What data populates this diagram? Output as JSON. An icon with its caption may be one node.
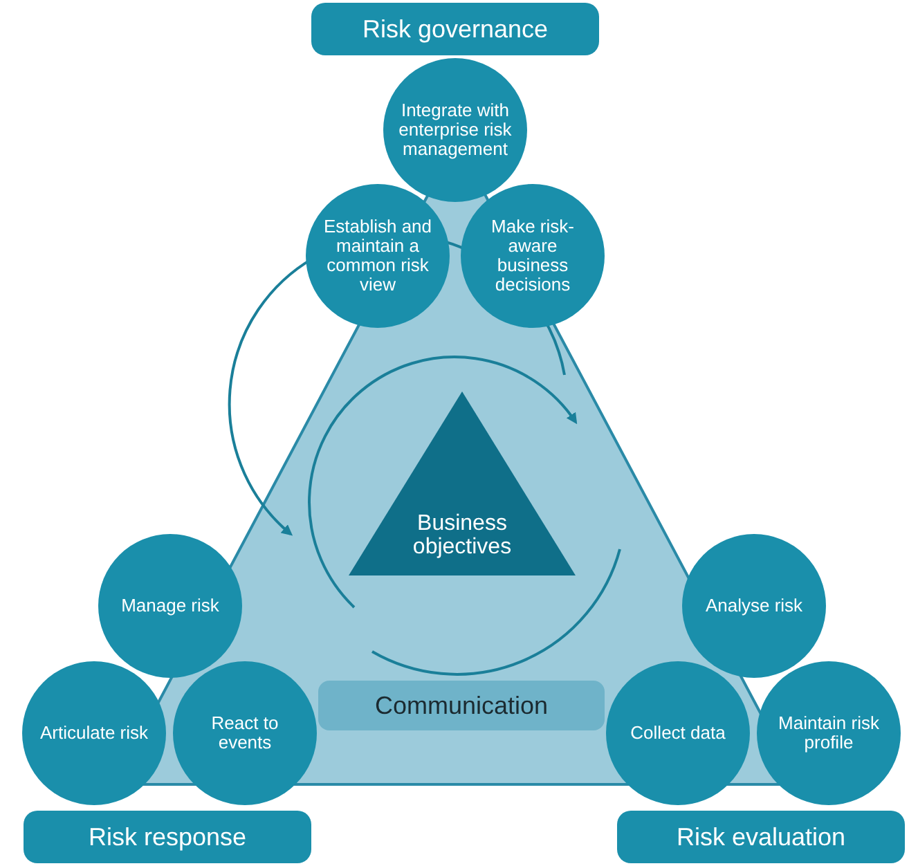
{
  "diagram": {
    "nodes": [
      {
        "text": [
          "Risk governance"
        ]
      },
      {
        "text": [
          "Integrate with enterprise risk management"
        ]
      },
      {
        "text": [
          "Establish and maintain a common risk view"
        ]
      },
      {
        "text": [
          "Make risk-aware business decisions"
        ]
      },
      {
        "text": [],
        "shape": "triangle"
      },
      {
        "text": [
          "Business objectives"
        ],
        "in": 4
      },
      {
        "text": [
          "Communication"
        ],
        "in": 4
      },
      {
        "text": [
          "Manage risk"
        ]
      },
      {
        "text": [
          "Articulate risk"
        ]
      },
      {
        "text": [
          "React to events"
        ]
      },
      {
        "text": [
          "Risk response"
        ]
      },
      {
        "text": [
          "Analyse risk"
        ]
      },
      {
        "text": [
          "Collect data"
        ]
      },
      {
        "text": [
          "Maintain risk profile"
        ]
      },
      {
        "text": [
          "Risk evaluation"
        ]
      }
    ],
    "edges": []
  }
}
